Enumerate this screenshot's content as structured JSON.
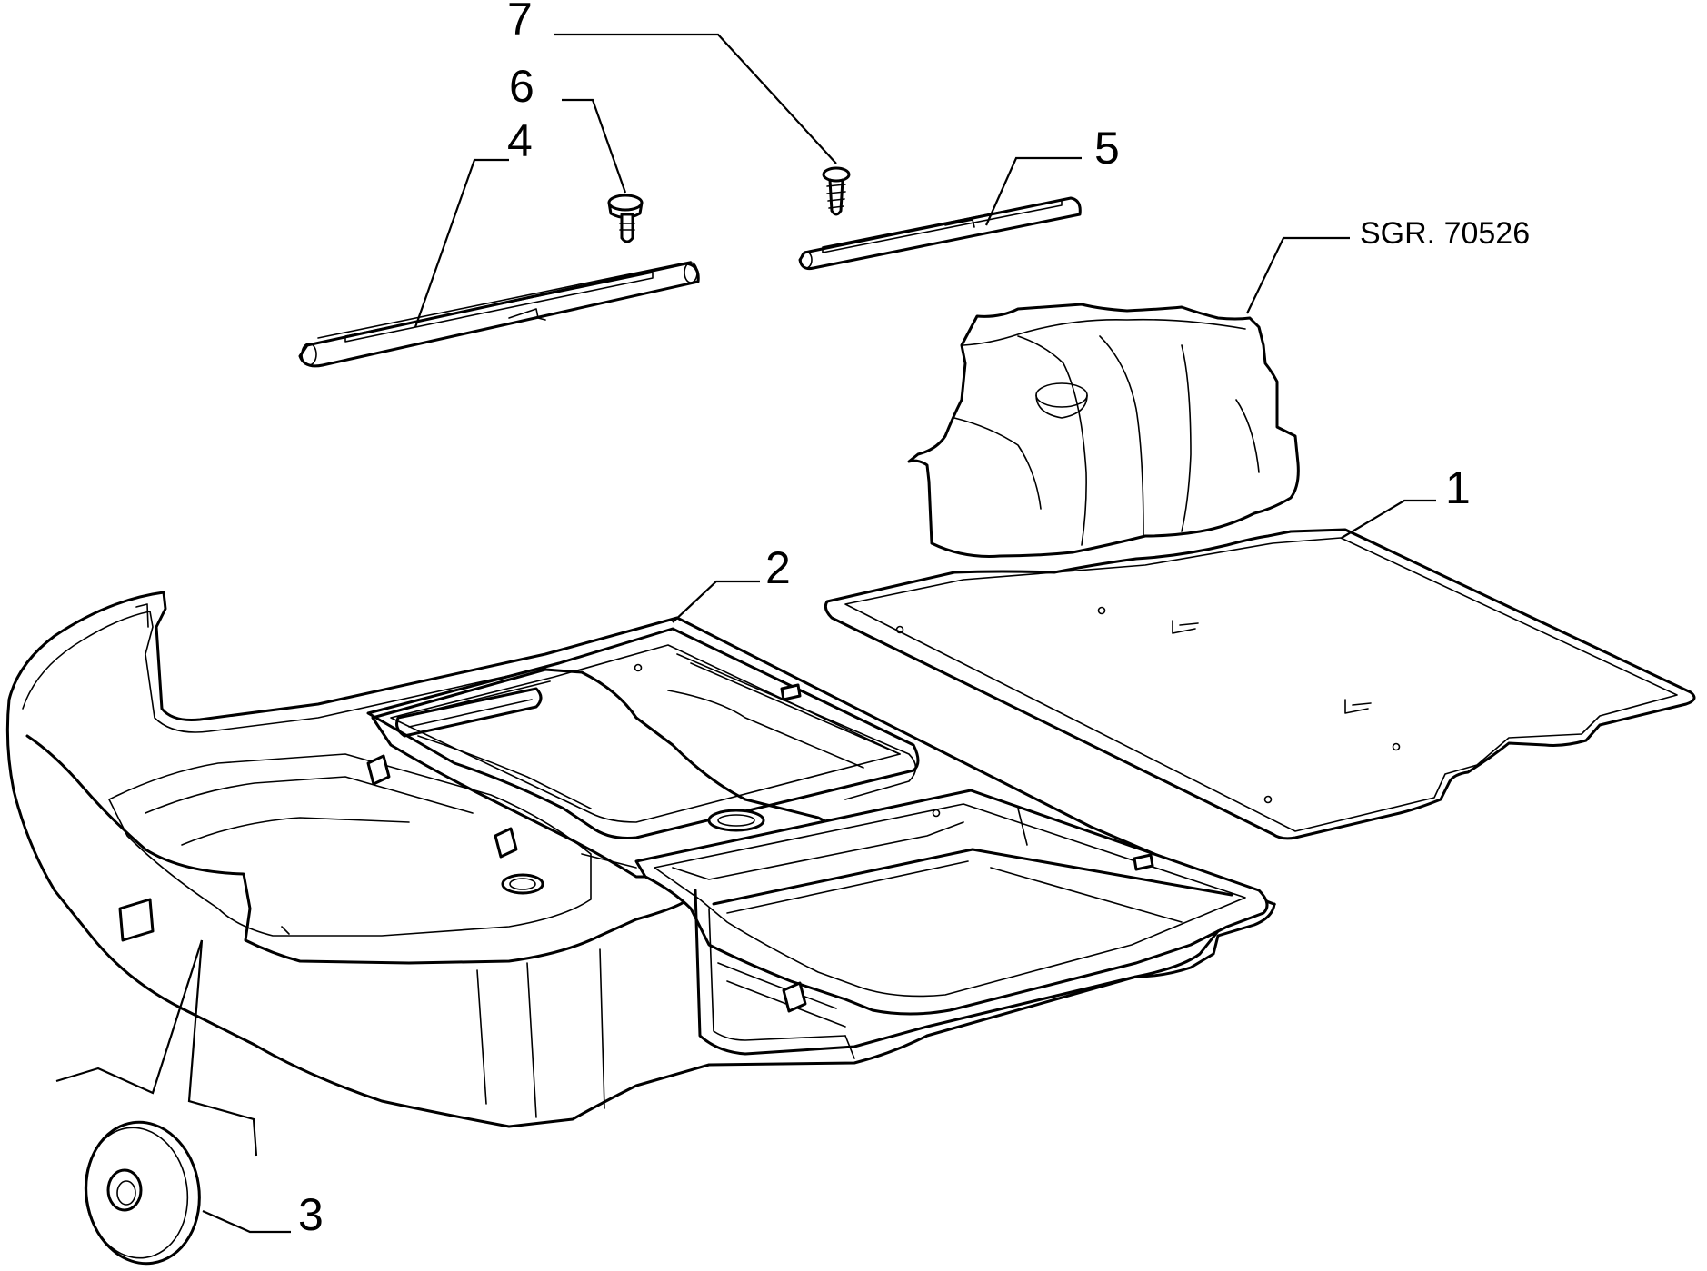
{
  "diagram": {
    "reference": "SGR. 70526",
    "callouts": [
      {
        "id": "1",
        "label": "1"
      },
      {
        "id": "2",
        "label": "2"
      },
      {
        "id": "3",
        "label": "3"
      },
      {
        "id": "4",
        "label": "4"
      },
      {
        "id": "5",
        "label": "5"
      },
      {
        "id": "6",
        "label": "6"
      },
      {
        "id": "7",
        "label": "7"
      }
    ]
  }
}
